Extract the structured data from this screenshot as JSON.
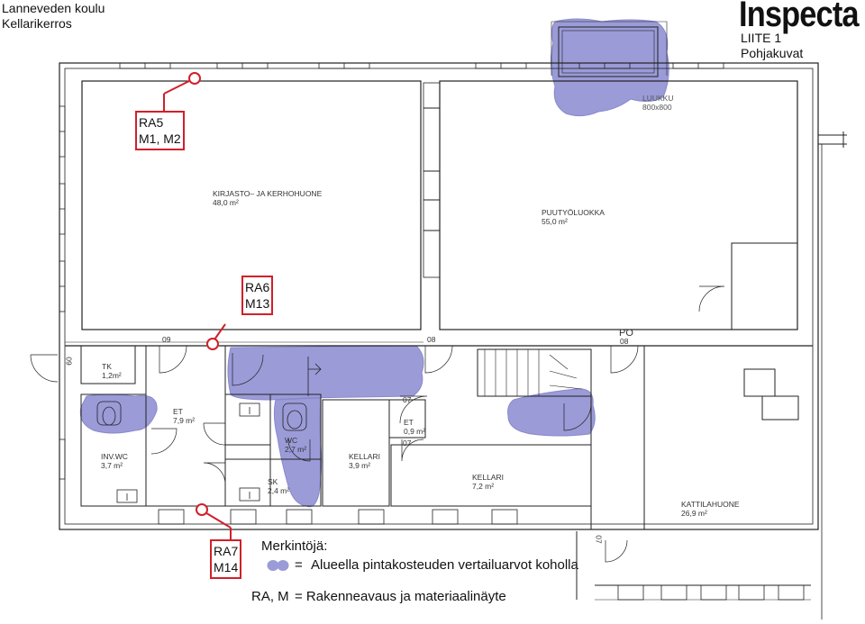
{
  "header": {
    "school": "Lanneveden koulu",
    "floor": "Kellarikerros",
    "logo": "Inspecta",
    "appendix": "LIITE 1",
    "subtitle": "Pohjakuvat"
  },
  "rooms": {
    "library_name": "KIRJASTO– JA KERHOHUONE",
    "library_area": "48,0  m²",
    "woodwork_name": "PUUTYÖLUOKKA",
    "woodwork_area": "55,0  m²",
    "hatch_name": "LUUKKU",
    "hatch_size": "800x800",
    "tk_name": "TK",
    "tk_area": "1,2m²",
    "et1_name": "ET",
    "et1_area": "7,9  m²",
    "invwc_name": "INV.WC",
    "invwc_area": "3,7  m²",
    "wc_name": "WC",
    "wc_area": "2,7  m²",
    "sk_name": "SK",
    "sk_area": "2,4  m²",
    "kellari1_name": "KELLARI",
    "kellari1_area": "3,9  m²",
    "et2_name": "ET",
    "et2_area": "0,9  m²",
    "kellari2_name": "KELLARI",
    "kellari2_area": "7,2  m²",
    "boiler_name": "KATTILAHUONE",
    "boiler_area": "26,9  m²"
  },
  "door_codes": {
    "d09": "09",
    "d08a": "08",
    "d08b": "08",
    "po": "PO",
    "d60": "60",
    "d07a": "07",
    "d07b": "07",
    "d07c": "07"
  },
  "tags": {
    "ra5": "RA5",
    "ra5_sub": "M1, M2",
    "ra6": "RA6",
    "ra6_sub": "M13",
    "ra7": "RA7",
    "ra7_sub": "M14"
  },
  "legend": {
    "title": "Merkintöjä:",
    "eq": "=",
    "moisture": "Alueella pintakosteuden vertailuarvot koholla",
    "key": "RA, M",
    "sample": "= Rakenneavaus ja materiaalinäyte"
  },
  "colors": {
    "moisture_fill": "#9b9bd8",
    "tag_border": "#d0202a",
    "wall": "#222222"
  }
}
